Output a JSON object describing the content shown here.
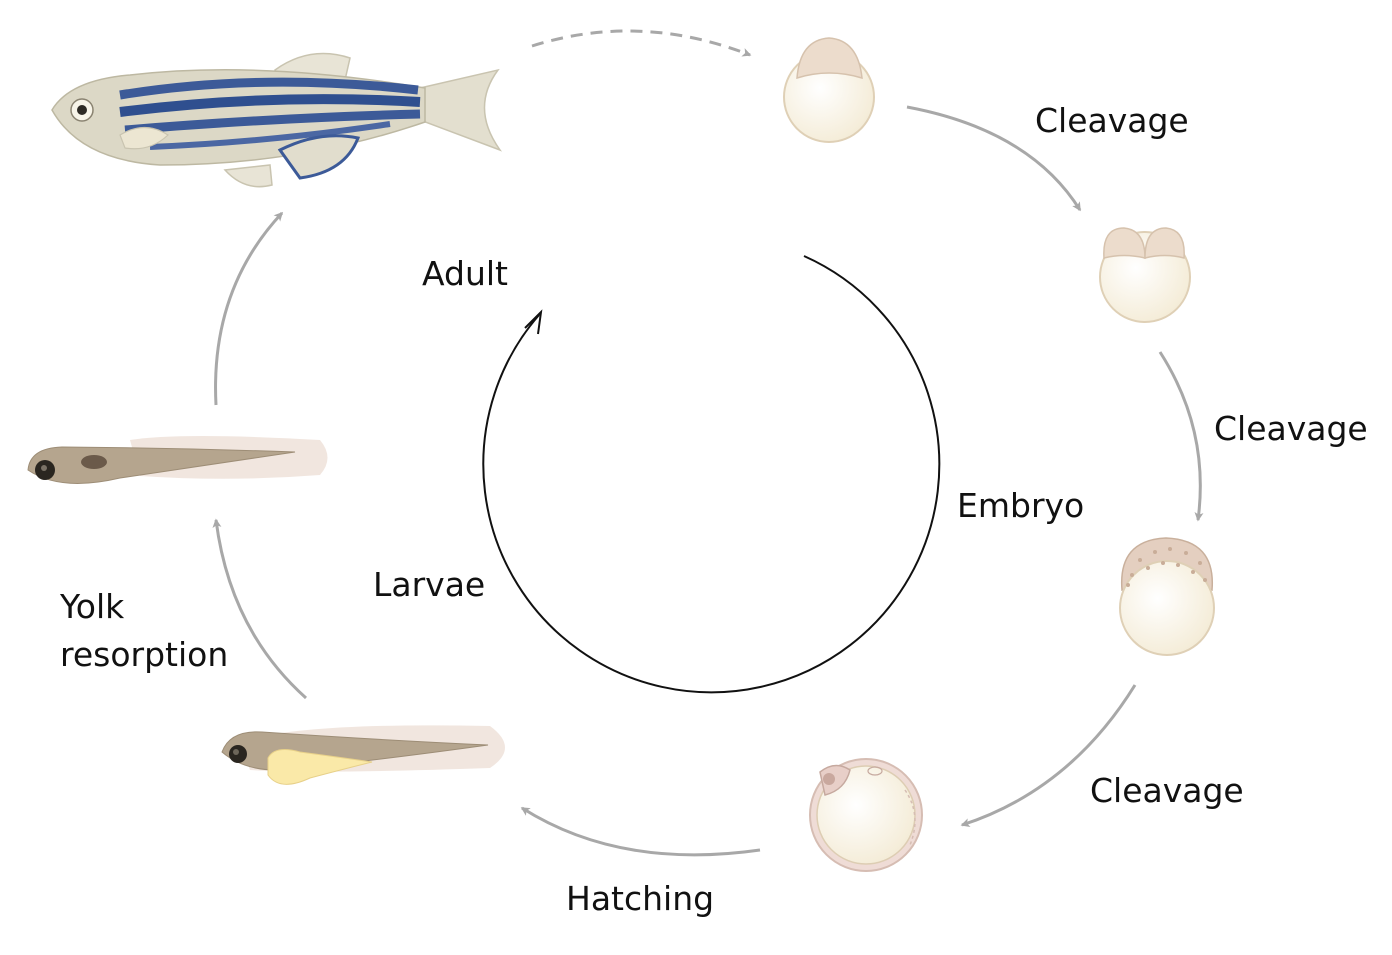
{
  "stages": {
    "adult": "Adult",
    "embryo": "Embryo",
    "larvae": "Larvae"
  },
  "transitions": {
    "cleavage_1": "Cleavage",
    "cleavage_2": "Cleavage",
    "cleavage_3": "Cleavage",
    "hatching": "Hatching",
    "yolk_line1": "Yolk",
    "yolk_line2": "resorption"
  },
  "colors": {
    "arrow": "#a8a8a8",
    "cycle": "#111111",
    "yolk": "#fbf7ea",
    "blastoderm": "#ecdccc",
    "fish_body": "#dcd8c6",
    "fish_stripe": "#3c5a98",
    "larva_body": "#b5a58e",
    "larva_fin": "#efe3dc",
    "larva_yolk": "#fae9a8"
  },
  "icons": [
    "adult-zebrafish-icon",
    "one-cell-embryo-icon",
    "two-cell-embryo-icon",
    "blastula-embryo-icon",
    "segmentation-embryo-icon",
    "hatched-larva-icon",
    "free-swimming-larva-icon"
  ]
}
